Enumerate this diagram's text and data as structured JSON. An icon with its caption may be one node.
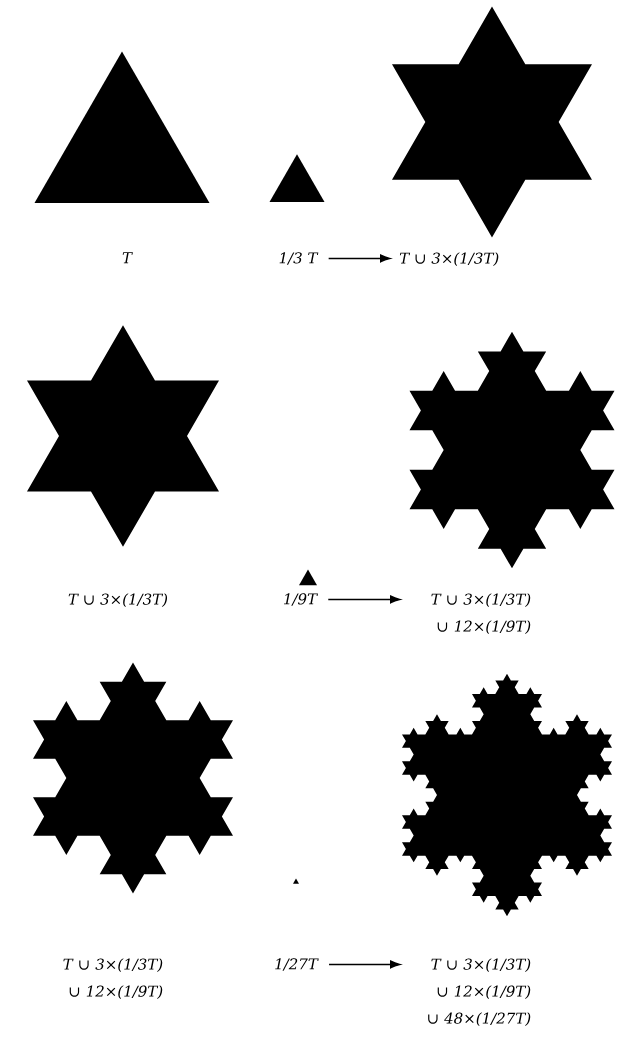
{
  "diagram": {
    "nodes": [
      {
        "text": [
          "T"
        ]
      },
      {
        "text": [
          "1/3 T"
        ]
      },
      {
        "text": [
          "T ∪ 3×(1/3T)"
        ]
      },
      {
        "text": [
          "T ∪ 3×(1/3T)"
        ]
      },
      {
        "text": [
          "1/9T"
        ]
      },
      {
        "text": [
          "T ∪ 3×(1/3T) ∪ 12×(1/9T)"
        ]
      },
      {
        "text": [
          "T ∪ 3×(1/3T) ∪ 12×(1/9T)"
        ]
      },
      {
        "text": [
          "1/27T"
        ]
      },
      {
        "text": [
          "T ∪ 3×(1/3T) ∪ 12×(1/9T) ∪ 48×(1/27T)"
        ]
      }
    ],
    "edges": [
      {
        "from": 1,
        "to": 2,
        "arrow": "to"
      },
      {
        "from": 4,
        "to": 5,
        "arrow": "to"
      },
      {
        "from": 7,
        "to": 8,
        "arrow": "to"
      }
    ]
  }
}
